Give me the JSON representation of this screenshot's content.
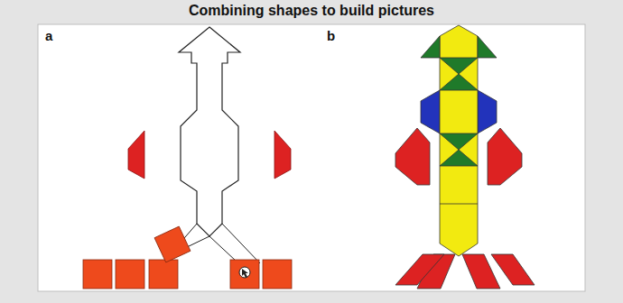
{
  "diagram": {
    "title": "Combining shapes to build pictures",
    "labels": [
      "a",
      "b"
    ]
  }
}
